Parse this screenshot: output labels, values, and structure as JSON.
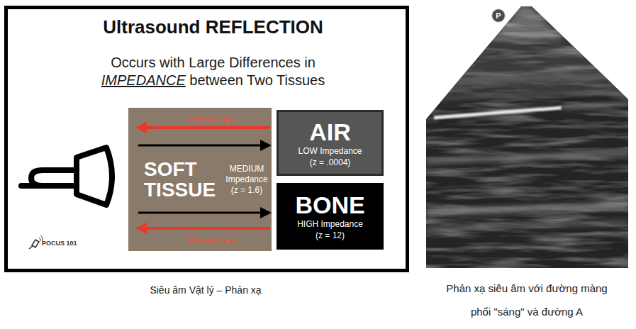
{
  "diagram": {
    "nodes": [
      {
        "text": [
          "Ultrasound REFLECTION",
          "Occurs with Large Differences in IMPEDANCE between Two Tissues"
        ]
      },
      {
        "text": [
          "SOFT TISSUE",
          "MEDIUM Impedance (z = 1.6)"
        ],
        "in": 0
      },
      {
        "text": [
          "AIR",
          "LOW Impedance (z = .0004)"
        ],
        "in": 0
      },
      {
        "text": [
          "BONE",
          "HIGH Impedance (z = 12)"
        ],
        "in": 0
      }
    ],
    "labels": [
      "Reflected Signal",
      "Reflected Signal",
      "POCUS 101",
      "P",
      "Siêu âm Vật lý – Phản xạ",
      "Phản xạ siêu âm với đường màng phổi \"sáng\" và đường A"
    ]
  }
}
